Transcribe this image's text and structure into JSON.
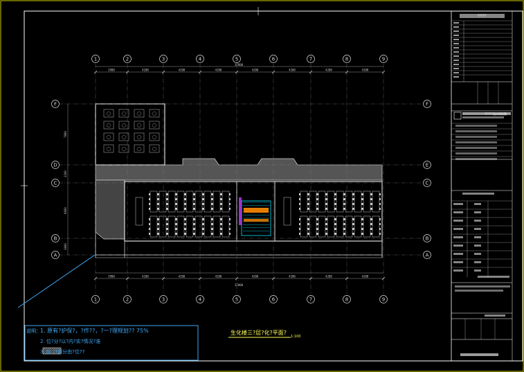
{
  "drawing": {
    "title": "生化楼三?层?化?平面?",
    "scale": "1:100",
    "overall_dimension": "37000",
    "axis_numbers": [
      "1",
      "2",
      "3",
      "4",
      "5",
      "6",
      "7",
      "8",
      "9"
    ],
    "axis_letters_left": [
      "F",
      "D",
      "C",
      "B",
      "A"
    ],
    "axis_letters_right": [
      "F",
      "E",
      "C",
      "B",
      "A"
    ],
    "top_spans": [
      "3900",
      "4200",
      "4200",
      "4200",
      "4200",
      "4200",
      "4200",
      "4200"
    ],
    "bottom_spans": [
      "3900",
      "4200",
      "4200",
      "4200",
      "4200",
      "4200",
      "4200",
      "4200"
    ],
    "left_spans": [
      "7800",
      "2100",
      "6600",
      "3000"
    ],
    "notes_header": "说明：",
    "notes": [
      "1. 原有?护保?，?作??，?一?理规划?? 75%",
      "2. 位?分?以?内?实?情况?准",
      "3. ▨ ??部分由?位??"
    ]
  },
  "title_block": {
    "header": "?????",
    "company": "?????设计研究院",
    "rows": [
      "",
      "",
      "",
      "",
      "",
      "",
      "",
      ""
    ]
  },
  "colors": {
    "frame": "#ffffff",
    "border": "#ffff00",
    "axis": "#e0e0e0",
    "dim": "#9a9a9a",
    "title": "#ffff55",
    "accent": "#ff8800",
    "stair": "#00e5ff",
    "note_box": "#3fa9f5"
  }
}
